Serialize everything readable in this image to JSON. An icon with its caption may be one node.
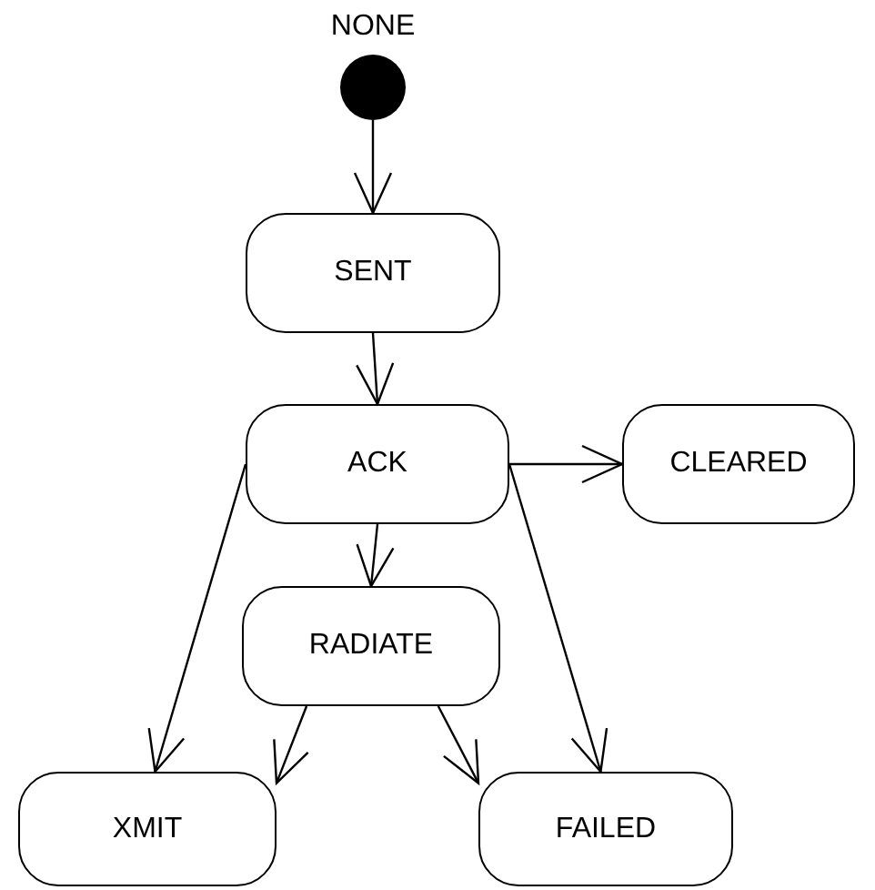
{
  "diagram": {
    "nodes": [
      {
        "text": [],
        "shape": "circle",
        "beside": [
          "NONE"
        ]
      },
      {
        "text": [
          "SENT"
        ]
      },
      {
        "text": [
          "ACK"
        ]
      },
      {
        "text": [
          "CLEARED"
        ]
      },
      {
        "text": [
          "RADIATE"
        ]
      },
      {
        "text": [
          "XMIT"
        ]
      },
      {
        "text": [
          "FAILED"
        ]
      }
    ],
    "edges": [
      {
        "from": 0,
        "to": 1,
        "arrow": "to"
      },
      {
        "from": 1,
        "to": 2,
        "arrow": "to"
      },
      {
        "from": 2,
        "to": 3,
        "arrow": "to"
      },
      {
        "from": 2,
        "to": 4,
        "arrow": "to"
      },
      {
        "from": 2,
        "to": 5,
        "arrow": "to"
      },
      {
        "from": 2,
        "to": 6,
        "arrow": "to"
      },
      {
        "from": 4,
        "to": 5,
        "arrow": "to"
      },
      {
        "from": 4,
        "to": 6,
        "arrow": "to"
      }
    ]
  }
}
